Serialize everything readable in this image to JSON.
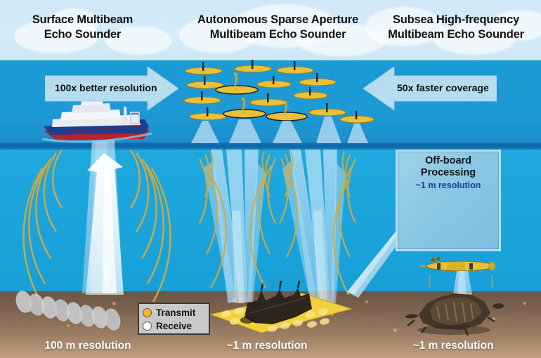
{
  "headings": [
    {
      "id": "surface",
      "line1": "Surface Multibeam",
      "line2": "Echo Sounder"
    },
    {
      "id": "autonomous",
      "line1": "Autonomous Sparse Aperture",
      "line2": "Multibeam Echo Sounder"
    },
    {
      "id": "subsea",
      "line1": "Subsea High-frequency",
      "line2": "Multibeam Echo Sounder"
    }
  ],
  "arrows": {
    "left": {
      "label": "100x better resolution",
      "direction": "right"
    },
    "right": {
      "label": "50x faster coverage",
      "direction": "left"
    }
  },
  "panel": {
    "title_line1": "Off-board",
    "title_line2": "Processing",
    "subtitle": "~1 m resolution",
    "image_alt": "bathymetry-colormap-wreck"
  },
  "legend": {
    "items": [
      {
        "label": "Transmit",
        "color": "#f5b91d"
      },
      {
        "label": "Receive",
        "color": "#ffffff"
      }
    ]
  },
  "resolution_labels": [
    {
      "id": "left",
      "text": "100 m resolution"
    },
    {
      "id": "center",
      "text": "~1 m resolution"
    },
    {
      "id": "right",
      "text": "~1 m resolution"
    }
  ],
  "colors": {
    "sky": "#cfe7f7",
    "water_upper": "#1a9bd4",
    "thermocline": "#0f66a6",
    "water_lower": "#1ea8dd",
    "seabed_top": "#6b5546",
    "seabed_bottom": "#c2a080",
    "arrow_fill": "#b6dcf0",
    "arrow_stroke": "#8fc4e2",
    "beam": "#bfe0f4",
    "acoustic_arc": "#d8a93c",
    "auv_body": "#e8c03a",
    "swath_tile": "#f2d23a",
    "panel_bg": "#8cc8e4",
    "legend_bg": "#c9c9c9"
  },
  "scene": {
    "ship_alt": "research-vessel",
    "auv_swarm_count": 15,
    "torpedo_auv_alt": "torpedo-auv",
    "wreck_center_alt": "shipwreck-silhouette",
    "wreck_right_alt": "shipwreck-detailed",
    "swath_alt": "survey-swath-tiles",
    "return-arrow_alt": "echo-return-arrow"
  }
}
